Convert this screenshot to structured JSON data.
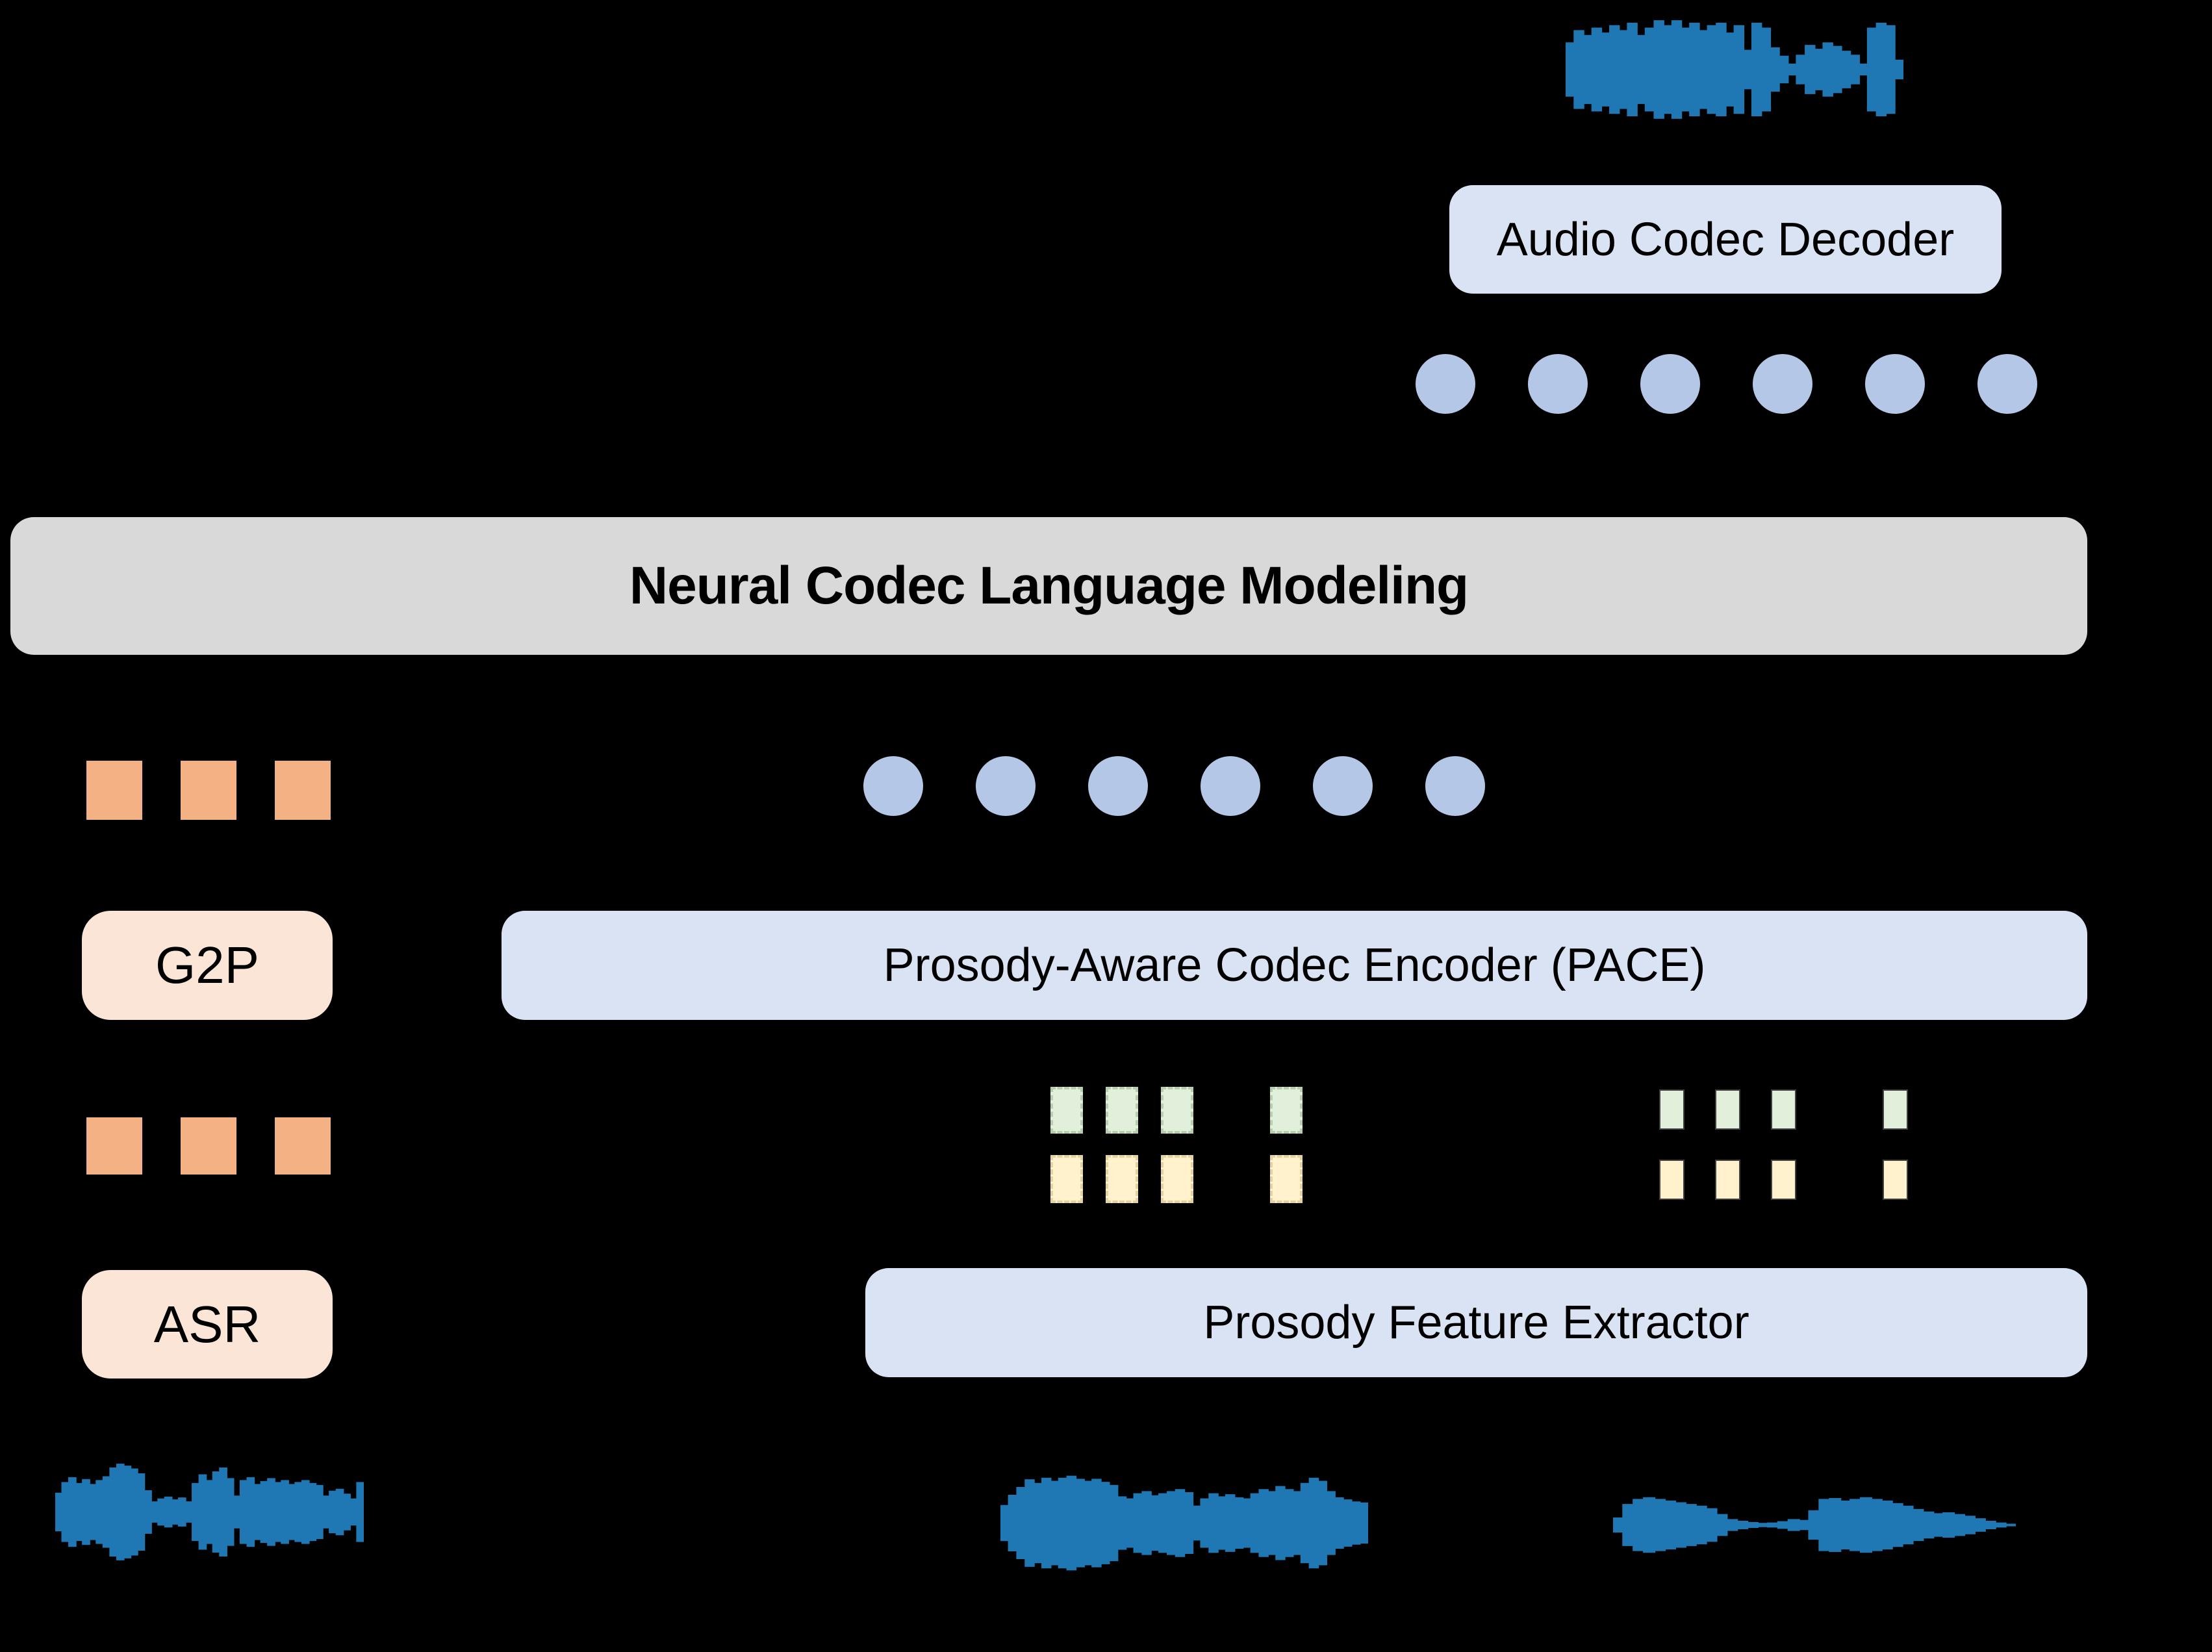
{
  "colors": {
    "bg": "#000000",
    "text": "#000000",
    "box-gray": "#d9d9d9",
    "box-blue": "#dae3f3",
    "box-peach": "#fbe5d6",
    "token-orange": "#f4b183",
    "token-blue": "#b4c7e7",
    "token-green": "#e2efda",
    "token-green-border": "#b7cfae",
    "token-yellow": "#fff2cc",
    "token-yellow-border": "#e3d3a1",
    "solid-border": "#404040",
    "waveform": "#1f77b4"
  },
  "boxes": {
    "audio_codec_decoder": {
      "label": "Audio Codec Decoder"
    },
    "neural_codec_lm": {
      "label": "Neural Codec Language Modeling"
    },
    "g2p": {
      "label": "G2P"
    },
    "pace": {
      "label": "Prosody-Aware Codec Encoder (PACE)"
    },
    "asr": {
      "label": "ASR"
    },
    "prosody_feature_extractor": {
      "label": "Prosody Feature Extractor"
    }
  },
  "tokens": {
    "acoustic_circles_top_count": 6,
    "acoustic_circles_mid_count": 6,
    "phoneme_squares_per_row": 3,
    "phoneme_square_rows": 2,
    "prosody_dashed_columns": 4,
    "prosody_solid_columns": 4,
    "prosody_rows_per_group": 2
  },
  "waveforms": {
    "top": {
      "amps": [
        0.55,
        0.8,
        0.7,
        0.85,
        0.75,
        0.9,
        0.8,
        0.95,
        0.7,
        0.85,
        1.0,
        0.9,
        1.0,
        0.85,
        0.95,
        0.8,
        0.9,
        0.95,
        0.75,
        0.9,
        0.4,
        0.95,
        0.85,
        0.45,
        0.28,
        0.12,
        0.3,
        0.5,
        0.42,
        0.55,
        0.48,
        0.38,
        0.3,
        0.12,
        0.85,
        0.95,
        0.9,
        0.2
      ]
    },
    "left": {
      "amps": [
        0.4,
        0.62,
        0.72,
        0.6,
        0.68,
        0.58,
        0.66,
        0.74,
        0.92,
        1.0,
        0.96,
        0.9,
        0.8,
        0.45,
        0.22,
        0.28,
        0.32,
        0.26,
        0.3,
        0.22,
        0.6,
        0.78,
        0.66,
        0.84,
        0.92,
        0.7,
        0.34,
        0.66,
        0.72,
        0.58,
        0.64,
        0.7,
        0.62,
        0.66,
        0.58,
        0.62,
        0.66,
        0.6,
        0.56,
        0.34,
        0.44,
        0.48,
        0.38,
        0.28,
        0.62
      ]
    },
    "mid": {
      "amps": [
        0.35,
        0.55,
        0.7,
        0.85,
        0.78,
        0.88,
        0.82,
        0.88,
        0.92,
        0.86,
        0.82,
        0.86,
        0.8,
        0.74,
        0.52,
        0.48,
        0.58,
        0.62,
        0.54,
        0.58,
        0.62,
        0.66,
        0.6,
        0.34,
        0.48,
        0.58,
        0.52,
        0.56,
        0.5,
        0.48,
        0.58,
        0.66,
        0.62,
        0.72,
        0.66,
        0.62,
        0.78,
        0.88,
        0.82,
        0.62,
        0.5,
        0.46,
        0.42,
        0.4
      ]
    },
    "right": {
      "amps": [
        0.18,
        0.5,
        0.62,
        0.66,
        0.62,
        0.58,
        0.54,
        0.5,
        0.46,
        0.4,
        0.26,
        0.14,
        0.1,
        0.07,
        0.05,
        0.06,
        0.09,
        0.14,
        0.12,
        0.35,
        0.62,
        0.64,
        0.58,
        0.62,
        0.66,
        0.62,
        0.58,
        0.52,
        0.46,
        0.38,
        0.32,
        0.28,
        0.3,
        0.26,
        0.22,
        0.16,
        0.1,
        0.06,
        0.03
      ]
    }
  }
}
